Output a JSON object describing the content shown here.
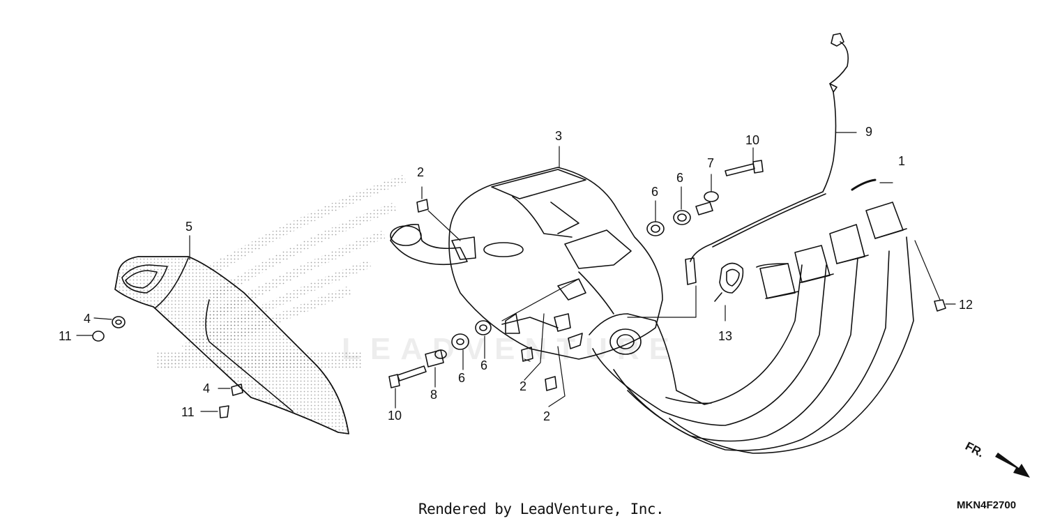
{
  "watermark_text": "LEADVENTURE",
  "footer": {
    "credit": "Rendered by LeadVenture, Inc.",
    "diagram_code": "MKN4F2700",
    "direction_label": "FR."
  },
  "callouts": [
    {
      "id": "c1",
      "label": "1"
    },
    {
      "id": "c2a",
      "label": "2"
    },
    {
      "id": "c2b",
      "label": "2"
    },
    {
      "id": "c2c",
      "label": "2"
    },
    {
      "id": "c3",
      "label": "3"
    },
    {
      "id": "c4a",
      "label": "4"
    },
    {
      "id": "c4b",
      "label": "4"
    },
    {
      "id": "c5",
      "label": "5"
    },
    {
      "id": "c6a",
      "label": "6"
    },
    {
      "id": "c6b",
      "label": "6"
    },
    {
      "id": "c6c",
      "label": "6"
    },
    {
      "id": "c6d",
      "label": "6"
    },
    {
      "id": "c7",
      "label": "7"
    },
    {
      "id": "c8",
      "label": "8"
    },
    {
      "id": "c9",
      "label": "9"
    },
    {
      "id": "c10a",
      "label": "10"
    },
    {
      "id": "c10b",
      "label": "10"
    },
    {
      "id": "c11a",
      "label": "11"
    },
    {
      "id": "c11b",
      "label": "11"
    },
    {
      "id": "c12",
      "label": "12"
    },
    {
      "id": "c13",
      "label": "13"
    }
  ]
}
